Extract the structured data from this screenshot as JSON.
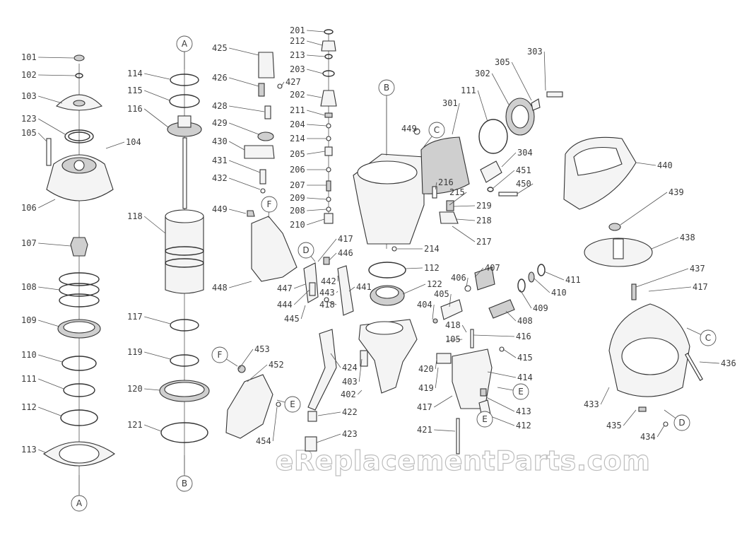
{
  "watermark": "eReplacementParts.com",
  "callouts": [
    {
      "id": "cA1",
      "letter": "A"
    },
    {
      "id": "cA2",
      "letter": "A"
    },
    {
      "id": "cB1",
      "letter": "B"
    },
    {
      "id": "cB2",
      "letter": "B"
    },
    {
      "id": "cC1",
      "letter": "C"
    },
    {
      "id": "cC2",
      "letter": "C"
    },
    {
      "id": "cD1",
      "letter": "D"
    },
    {
      "id": "cD2",
      "letter": "D"
    },
    {
      "id": "cE1",
      "letter": "E"
    },
    {
      "id": "cE2",
      "letter": "E"
    },
    {
      "id": "cE3",
      "letter": "E"
    },
    {
      "id": "cF1",
      "letter": "F"
    },
    {
      "id": "cF2",
      "letter": "F"
    }
  ],
  "part_numbers": [
    "101",
    "102",
    "103",
    "123",
    "105",
    "104",
    "106",
    "107",
    "108",
    "109",
    "110",
    "111",
    "112",
    "113",
    "114",
    "115",
    "116",
    "118",
    "117",
    "119",
    "120",
    "121",
    "425",
    "426",
    "427",
    "428",
    "429",
    "430",
    "431",
    "432",
    "449",
    "448",
    "201",
    "212",
    "213",
    "203",
    "202",
    "211",
    "204",
    "214",
    "205",
    "206",
    "207",
    "209",
    "208",
    "210",
    "417",
    "446",
    "447",
    "444",
    "443",
    "418",
    "445",
    "442",
    "441",
    "453",
    "452",
    "454",
    "424",
    "403",
    "402",
    "422",
    "423",
    "449",
    "301",
    "111",
    "302",
    "305",
    "303",
    "304",
    "451",
    "450",
    "216",
    "215",
    "219",
    "218",
    "217",
    "214",
    "112",
    "122",
    "407",
    "406",
    "405",
    "404",
    "409",
    "410",
    "411",
    "408",
    "418",
    "416",
    "105",
    "415",
    "420",
    "414",
    "419",
    "417",
    "413",
    "412",
    "421",
    "440",
    "439",
    "438",
    "437",
    "417",
    "436",
    "433",
    "435",
    "434"
  ]
}
